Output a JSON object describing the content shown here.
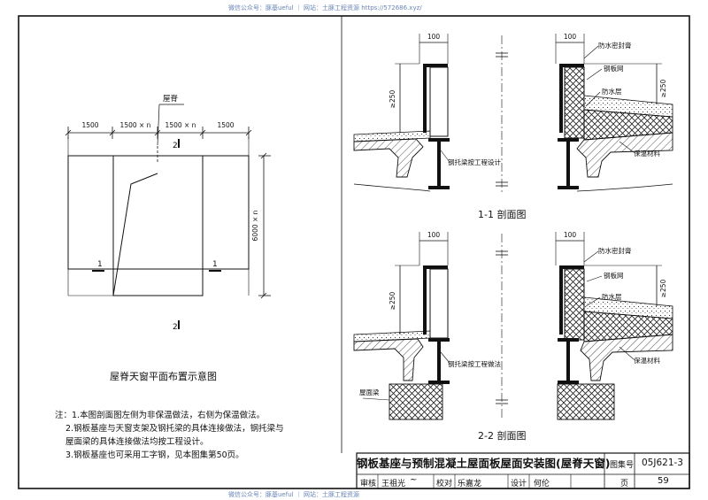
{
  "watermark": {
    "top": "微信公众号：豚基ueful ｜ 网站：土豚工程资源 https://572686.xyz/",
    "bottom": "微信公众号：豚基ueful ｜ 网站：土豚工程资源"
  },
  "plan": {
    "title": "屋脊天窗平面布置示意图",
    "ridge_label": "屋脊",
    "dims_top": [
      "1500",
      "1500 × n",
      "1500 × n",
      "1500"
    ],
    "dim_right": "6000 × n",
    "cut_1": "1",
    "cut_2": "2"
  },
  "section_1": {
    "title": "1-1 剖面图",
    "dim_width": "100",
    "dim_height": "≥250",
    "labels": [
      "防水密封膏",
      "钢板网",
      "防水层",
      "钢托梁按工程设计",
      "保温材料"
    ]
  },
  "section_2": {
    "title": "2-2 剖面图",
    "dim_width": "100",
    "dim_height": "≥250",
    "labels": [
      "防水密封膏",
      "钢板网",
      "防水层",
      "钢托梁按工程做法",
      "屋面梁",
      "保温材料"
    ]
  },
  "notes": [
    "注：1.本图剖面图左侧为非保温做法，右侧为保温做法。",
    "2.钢板基座与天窗支架及钢托梁的具体连接做法，钢托梁与",
    "屋面梁的具体连接做法均按工程设计。",
    "3.钢板基座也可采用工字钢，见本图集第50页。"
  ],
  "title_block": {
    "title": "钢板基座与预制混凝土屋面板屋面安装图(屋脊天窗)",
    "atlas_label": "图集号",
    "atlas_no": "05J621-3",
    "review_label": "审核",
    "review_name": "王祖光",
    "check_label": "校对",
    "check_name": "乐嘉龙",
    "design_label": "设计",
    "design_name": "何伦",
    "page_label": "页",
    "page_no": "59"
  }
}
